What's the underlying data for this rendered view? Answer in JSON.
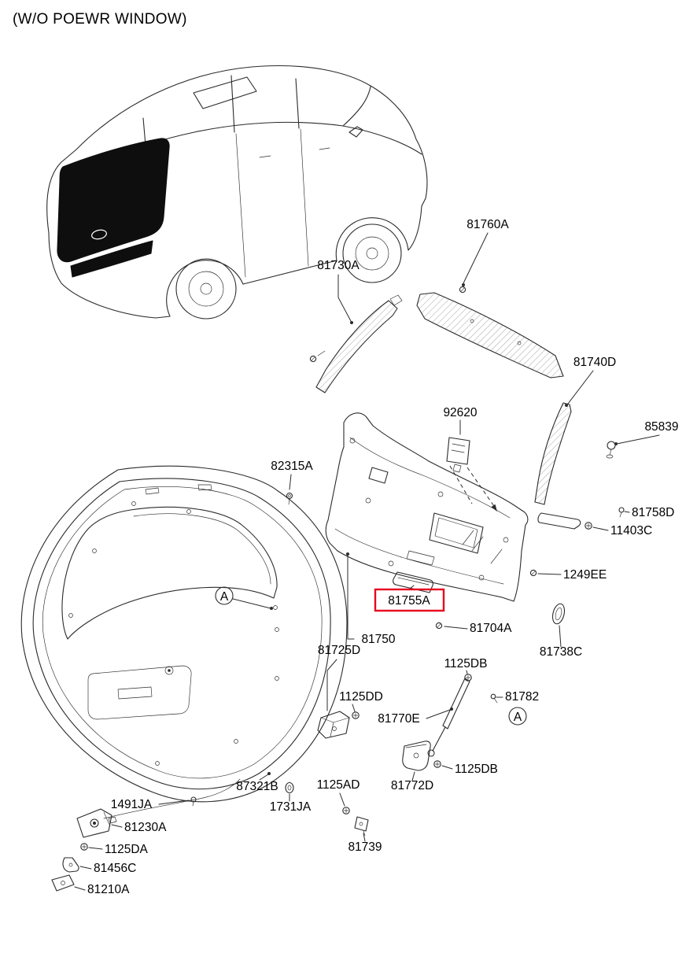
{
  "title": "(W/O POEWR WINDOW)",
  "view_marker": "A",
  "highlight": {
    "part": "81755A",
    "box_color": "#e8001e"
  },
  "parts": {
    "81760A": "81760A",
    "81730A": "81730A",
    "81740D": "81740D",
    "85839": "85839",
    "92620": "92620",
    "82315A": "82315A",
    "81758D": "81758D",
    "11403C": "11403C",
    "1249EE": "1249EE",
    "81755A": "81755A",
    "81750": "81750",
    "81704A": "81704A",
    "81738C": "81738C",
    "81725D": "81725D",
    "1125DD": "1125DD",
    "1125DB": "1125DB",
    "81770E": "81770E",
    "81782": "81782",
    "81772D": "81772D",
    "87321B": "87321B",
    "1491JA": "1491JA",
    "1731JA": "1731JA",
    "1125AD": "1125AD",
    "81739": "81739",
    "81230A": "81230A",
    "1125DA": "1125DA",
    "81456C": "81456C",
    "81210A": "81210A"
  }
}
